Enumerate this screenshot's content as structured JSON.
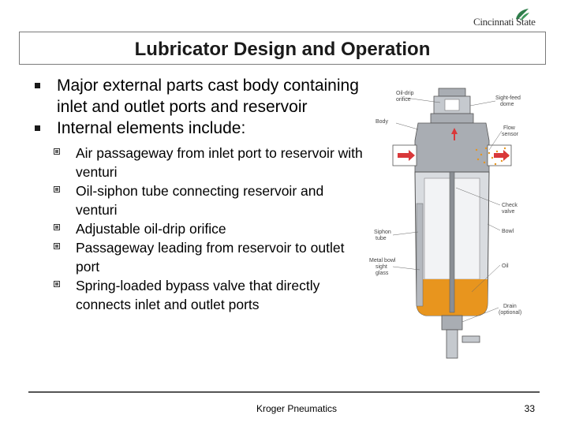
{
  "logo": {
    "text": "Cincinnati State"
  },
  "slide": {
    "title": "Lubricator Design and Operation",
    "bullets": [
      {
        "text": "Major external parts cast body containing inlet and outlet ports and reservoir"
      },
      {
        "text": "Internal elements include:"
      }
    ],
    "subbullets": [
      {
        "text": "Air passageway from inlet port to reservoir with venturi"
      },
      {
        "text": "Oil-siphon tube connecting reservoir and venturi"
      },
      {
        "text": "Adjustable oil-drip orifice"
      },
      {
        "text": "Passageway leading from reservoir to outlet port"
      },
      {
        "text": "Spring-loaded bypass valve that directly connects inlet and outlet ports"
      }
    ]
  },
  "diagram": {
    "labels": {
      "oil_drip_orifice_1": "Oil-drip",
      "oil_drip_orifice_2": "orifice",
      "body": "Body",
      "sight_feed_dome_1": "Sight-feed",
      "sight_feed_dome_2": "dome",
      "flow_sensor_1": "Flow",
      "flow_sensor_2": "sensor",
      "check_valve_1": "Check",
      "check_valve_2": "valve",
      "siphon_tube_1": "Siphon",
      "siphon_tube_2": "tube",
      "bowl": "Bowl",
      "metal_bowl_1": "Metal bowl",
      "metal_bowl_2": "sight",
      "metal_bowl_3": "glass",
      "oil": "Oil",
      "drain_1": "Drain",
      "drain_2": "(optional)"
    },
    "colors": {
      "oil": "#e8951e",
      "body": "#a9adb3",
      "arrow": "#d9383a"
    }
  },
  "footer": {
    "text": "Kroger Pneumatics",
    "page": "33"
  }
}
